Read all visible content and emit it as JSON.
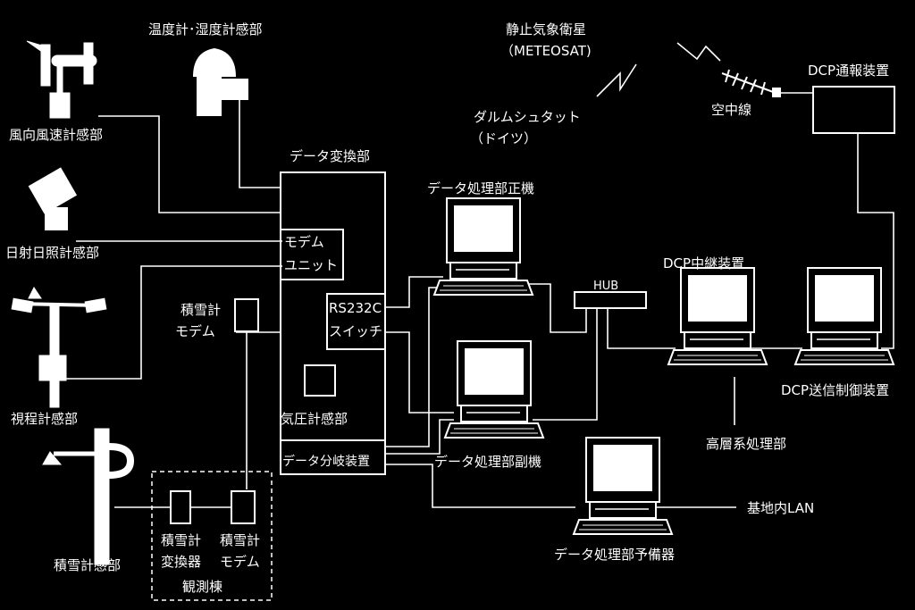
{
  "labels": {
    "temp_humidity_sensor": "温度計･湿度計感部",
    "wind_sensor": "風向風速計感部",
    "sunshine_sensor": "日射日照計感部",
    "visibility_sensor": "視程計感部",
    "snow_sensor": "積雪計感部",
    "satellite_name": "静止気象衛星",
    "satellite_sub": "（METEOSAT)",
    "ground_station": "ダルムシュタット",
    "ground_station_sub": "（ドイツ）",
    "antenna": "空中線",
    "dcp_comm": "DCP通報装置",
    "data_converter": "データ変換部",
    "modem_unit_1": "モデム",
    "modem_unit_2": "ユニット",
    "rs232c_1": "RS232C",
    "rs232c_2": "スイッチ",
    "snow_modem_1": "積雪計",
    "snow_modem_2": "モデム",
    "barometer": "気圧計感部",
    "data_branch": "データ分岐装置",
    "processor_main": "データ処理部正機",
    "processor_sub": "データ処理部副機",
    "processor_spare": "データ処理部予備器",
    "hub": "HUB",
    "dcp_relay": "DCP中継装置",
    "dcp_tx_control": "DCP送信制御装置",
    "upper_air": "高層系処理部",
    "base_lan": "基地内LAN",
    "snow_converter_1": "積雪計",
    "snow_converter_2": "変換器",
    "snow_modem_obs_1": "積雪計",
    "snow_modem_obs_2": "モデム",
    "observation_bldg": "観測棟"
  },
  "colors": {
    "background": "#000000",
    "line": "#ffffff",
    "screen": "#ffffff"
  }
}
